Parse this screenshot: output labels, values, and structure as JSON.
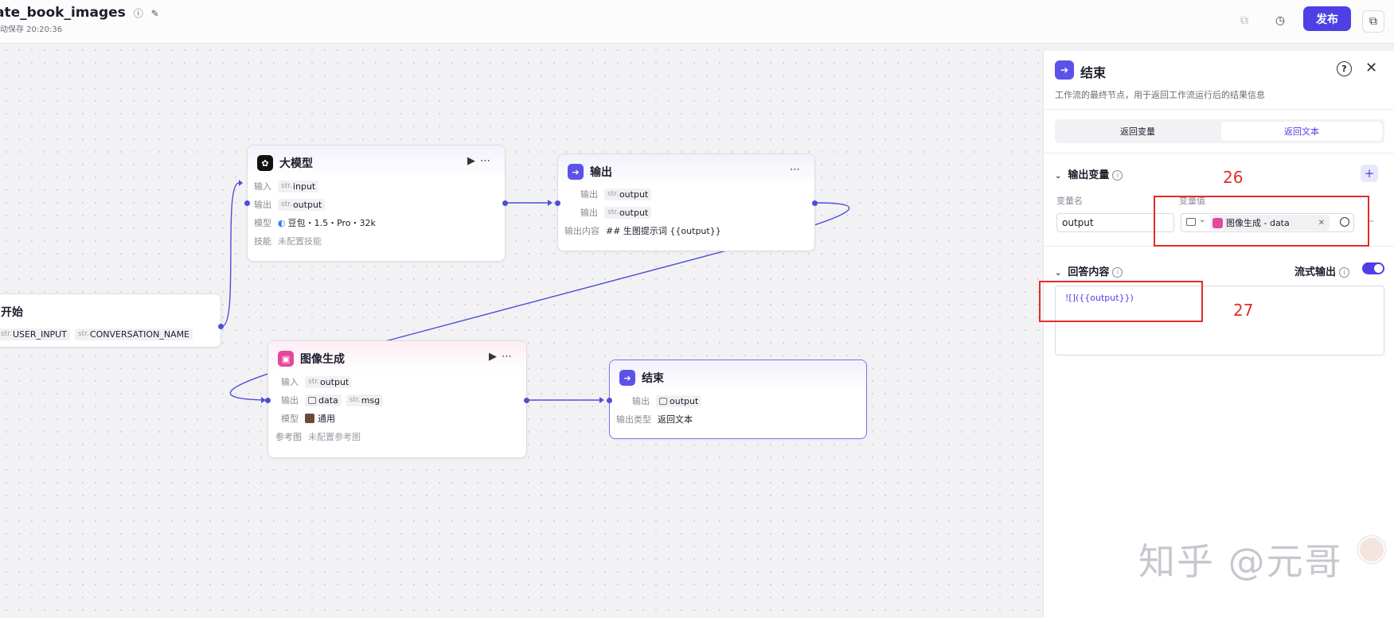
{
  "header": {
    "title": "ate_book_images",
    "saved_text": "动保存 20:20:36",
    "publish_label": "发布"
  },
  "nodes": {
    "start": {
      "title": "开始",
      "tags": [
        {
          "type": "str.",
          "name": "USER_INPUT"
        },
        {
          "type": "str.",
          "name": "CONVERSATION_NAME"
        }
      ]
    },
    "llm": {
      "title": "大模型",
      "input_label": "输入",
      "input_type": "str.",
      "input_value": "input",
      "output_label": "输出",
      "output_type": "str.",
      "output_value": "output",
      "model_label": "模型",
      "model_value": "豆包・1.5・Pro・32k",
      "skill_label": "技能",
      "skill_value": "未配置技能"
    },
    "output": {
      "title": "输出",
      "out1_label": "输出",
      "out1_type": "str.",
      "out1_value": "output",
      "out2_label": "输出",
      "out2_type": "str.",
      "out2_value": "output",
      "content_label": "输出内容",
      "content_value": "## 生图提示词 {{output}}"
    },
    "image": {
      "title": "图像生成",
      "input_label": "输入",
      "input_type": "str.",
      "input_value": "output",
      "output_label": "输出",
      "output_value1": "data",
      "output_type2": "str.",
      "output_value2": "msg",
      "model_label": "模型",
      "model_value": "通用",
      "ref_label": "参考图",
      "ref_value": "未配置参考图"
    },
    "end": {
      "title": "结束",
      "output_label": "输出",
      "output_value": "output",
      "type_label": "输出类型",
      "type_value": "返回文本"
    }
  },
  "panel": {
    "title": "结束",
    "description": "工作流的最终节点，用于返回工作流运行后的结果信息",
    "tabs": [
      "返回变量",
      "返回文本"
    ],
    "active_tab": 1,
    "output_section": {
      "title": "输出变量",
      "var_name_label": "变量名",
      "var_value_label": "变量值",
      "var_name": "output",
      "var_ref": "图像生成 - data"
    },
    "answer_section": {
      "title": "回答内容",
      "stream_label": "流式输出",
      "content": "![]({{output}})"
    }
  },
  "annotations": [
    "26",
    "27"
  ],
  "watermark": "知乎 @元哥",
  "colors": {
    "accent": "#4e40e5",
    "highlight": "#e52b2b"
  }
}
